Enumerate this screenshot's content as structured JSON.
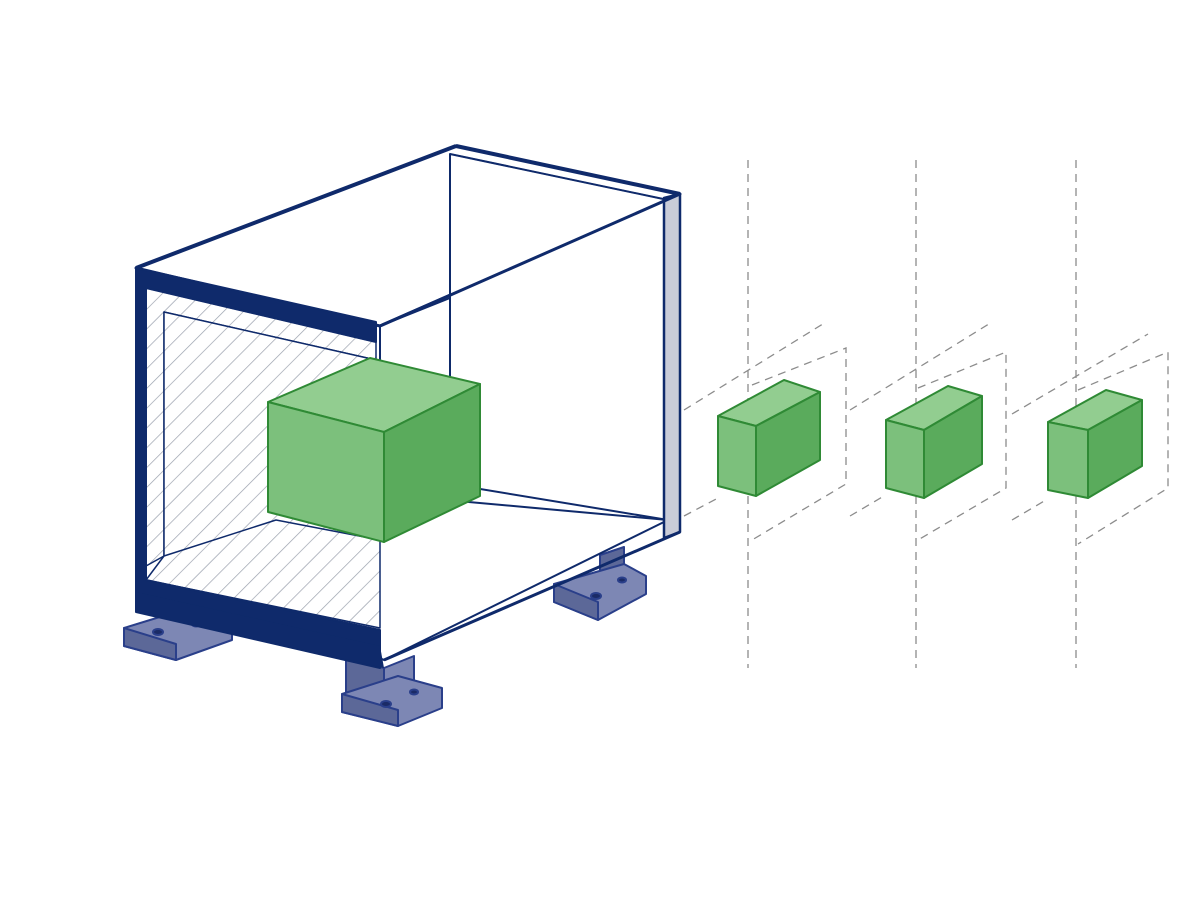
{
  "diagram": {
    "kind": "isometric-enclosure-with-blocks",
    "colors": {
      "outline": "#0f2a6b",
      "outline_light": "#2a3f8a",
      "block_front": "#7cc07c",
      "block_top": "#92cd90",
      "block_side": "#5aab5c",
      "block_edge": "#2f8a35",
      "inner_wall": "#e8e9ef",
      "hatch": "#9aa0ad",
      "foot": "#7d87b4",
      "foot_dark": "#5c6898",
      "guide": "#8c8c8c",
      "background": "#ffffff"
    },
    "elements": {
      "enclosure": "open-box-enclosure",
      "inner_block": "large-green-block",
      "blocks": [
        "block-1",
        "block-2",
        "block-3"
      ],
      "guides": [
        "guide-line-1",
        "guide-line-2",
        "guide-line-3"
      ],
      "feet": [
        "foot-left",
        "foot-center",
        "foot-right"
      ]
    }
  }
}
